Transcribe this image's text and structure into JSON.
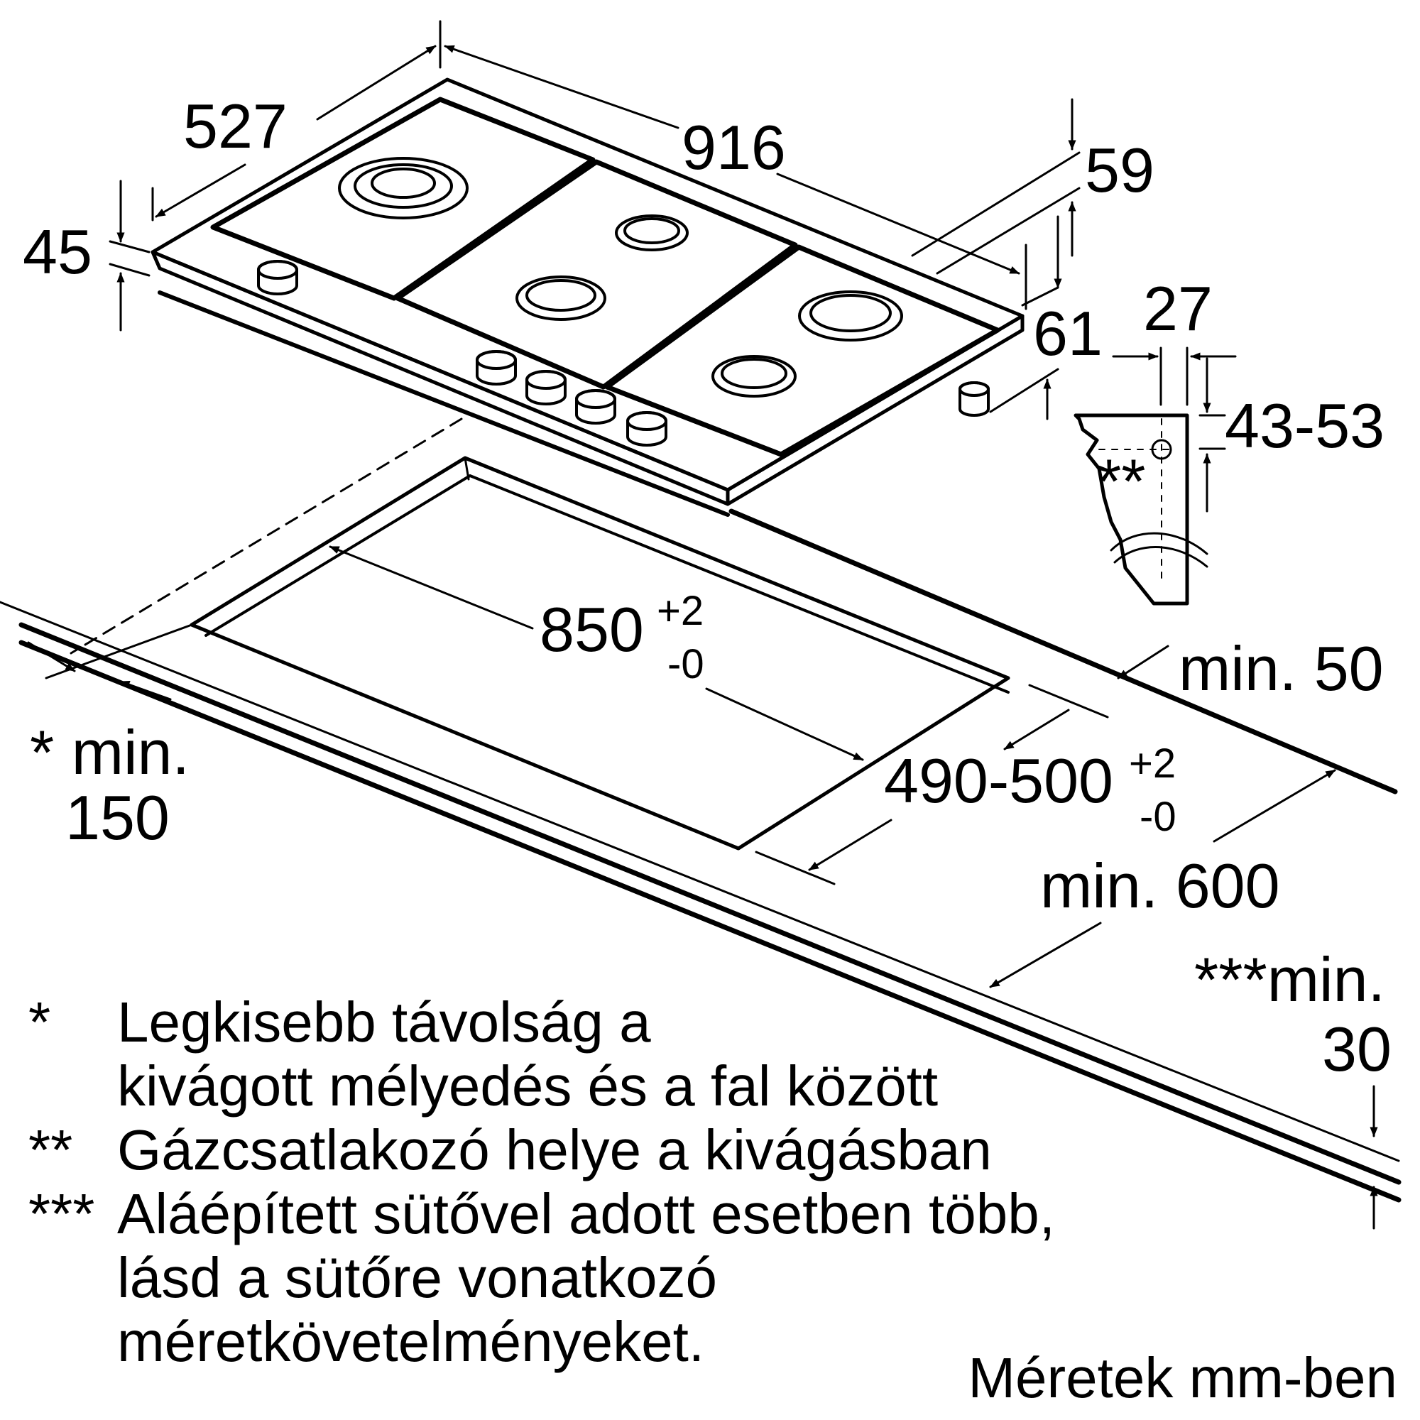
{
  "dimensions": {
    "hob_depth": "527",
    "hob_width": "916",
    "rear_height": "59",
    "total_height": "45",
    "side_height": "61",
    "clamp_width": "27",
    "worktop_thickness": "43-53",
    "clamp_mark": "**",
    "cutout_length": "850",
    "cutout_length_tol_plus": "+2",
    "cutout_length_tol_minus": "-0",
    "cutout_depth": "490-500",
    "cutout_depth_tol_plus": "+2",
    "cutout_depth_tol_minus": "-0",
    "rear_clearance": "min. 50",
    "side_clearance_line1": "* min.",
    "side_clearance_line2": "150",
    "worktop_depth": "min. 600",
    "oven_clearance_line1": "***min.",
    "oven_clearance_line2": "30"
  },
  "notes": [
    {
      "mark": "*",
      "lines": [
        "Legkisebb távolság a",
        "kivágott mélyedés és a fal között"
      ]
    },
    {
      "mark": "**",
      "lines": [
        "Gázcsatlakozó helye a kivágásban"
      ]
    },
    {
      "mark": "***",
      "lines": [
        "Aláépített sütővel adott esetben több,",
        "lásd a sütőre vonatkozó",
        "méretkövetelményeket."
      ]
    }
  ],
  "units_label": "Méretek mm-ben"
}
